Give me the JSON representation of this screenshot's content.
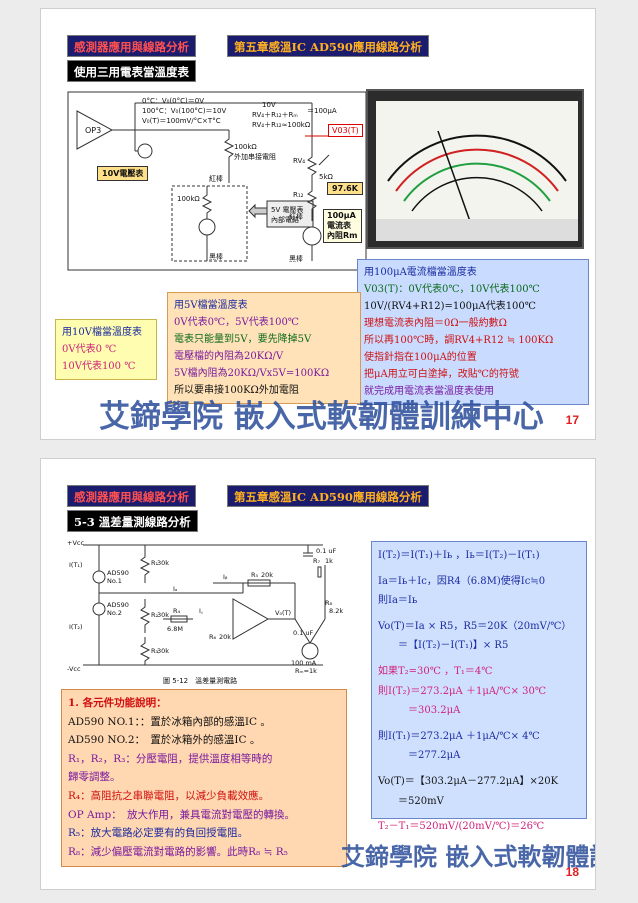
{
  "slide1": {
    "tag_course": "感測器應用與線路分析",
    "tag_chapter": "第五章感溫IC AD590應用線路分析",
    "subtitle": "使用三用電表當溫度表",
    "formula_lines": [
      "0°C：V₀(0°C)＝0V",
      "100°C：V₀(100°C)＝10V",
      "V₀(T)＝100mV/°C×T°C"
    ],
    "formula_right": [
      "10V",
      "RV₄＋R₁₂＋Rₘ",
      "＝100μA",
      "RV₄＋R₁₂≈100kΩ"
    ],
    "labels": {
      "op3": "OP3",
      "vo3": "V03(T)",
      "meter10v": "10V電壓表",
      "r100k_ext": "100kΩ",
      "ext_res": "外加串接電阻",
      "red_probe": "紅棒",
      "black_probe": "黑棒",
      "internal_100k": "100kΩ",
      "volt5v_line1": "5V 電壓表",
      "volt5v_line2": "內部電路",
      "rv4": "RV₄",
      "r5k": "5kΩ",
      "r12": "R₁₂",
      "r976": "97.6K",
      "red_probe2": "紅棒",
      "black_probe2": "黑棒",
      "ua_meter_1": "100μA",
      "ua_meter_2": "電流表",
      "ua_meter_3": "內阻Rm"
    },
    "box_100ua": [
      "用100μA電流檔當溫度表",
      "V03(T)：0V代表0℃，10V代表100℃",
      "10V/(RV4+R12)=100μA代表100℃",
      "理想電流表內阻＝0Ω一般約數Ω",
      "所以再100℃時，調RV4+R12 ≒ 100KΩ",
      "使指針指在100μA的位置",
      "把μA用立可白塗掉，改貼℃的符號",
      "就完成用電流表當溫度表使用"
    ],
    "box_5v": [
      "用5V檔當溫度表",
      "0V代表0℃，5V代表100℃",
      "電表只能量到5V，要先降掉5V",
      "電壓檔的內阻為20KΩ/V",
      "5V檔內阻為20KΩ/Vx5V=100KΩ",
      "所以要串接100KΩ外加電阻"
    ],
    "box_10v": [
      "用10V檔當溫度表",
      "0V代表0 ℃",
      "10V代表100 ℃"
    ],
    "watermark": "艾鍗學院 嵌入式軟韌體訓練中心",
    "page_number": "17"
  },
  "slide2": {
    "tag_course": "感測器應用與線路分析",
    "tag_chapter": "第五章感溫IC AD590應用線路分析",
    "subtitle": "5-3 溫差量測線路分析",
    "circuit": {
      "vcc": "+Vcc",
      "vee": "-Vcc",
      "it1": "I(T₁)",
      "it2": "I(T₂)",
      "ad1": "AD590",
      "no1": "No.1",
      "ad2": "AD590",
      "no2": "No.2",
      "r1": "R₁",
      "r1v": "30k",
      "r2": "R₂",
      "r2v": "30k",
      "r3": "R₃",
      "r3v": "30k",
      "r4": "R₄",
      "r4v": "6.8M",
      "ic": "I꜀",
      "ib": "Iᵦ",
      "ia": "Iₐ",
      "r6": "R₆",
      "r6v": "20k",
      "r5": "R₅",
      "r5v": "20k",
      "cap1": "0.1 uF",
      "cap2": "0.1 uF",
      "vot": "V₀(T)",
      "r7": "R₇",
      "r7v": "1k",
      "r8": "R₈",
      "r8v": "8.2k",
      "meter": "100 mA",
      "rm": "Rₘ=1k",
      "caption": "圖 5-12　溫差量測電路"
    },
    "box_calc": [
      "I(T₂)＝I(T₁)＋Iь ，Iь＝I(T₂)－I(T₁)",
      "Ia＝Iь＋Ic，因R4（6.8M)使得Ic≒0",
      "則Ia＝Iь",
      "Vo(T)＝Ia × R5，R5＝20K（20mV/℃）",
      "　　＝【I(T₂)－I(T₁)】× R5",
      "如果T₂=30℃ ，T₁＝4℃",
      "則I(T₂)＝273.2μA ＋1μA/℃× 30℃",
      "　　　＝303.2μA",
      "則I(T₁)＝273.2μA ＋1μA/℃× 4℃",
      "　　　＝277.2μA",
      "Vo(T)＝【303.2μA－277.2μA】×20K",
      "　　＝520mV",
      "T₂－T₁＝520mV/(20mV/℃)＝26℃"
    ],
    "box_func": [
      "1. 各元件功能說明：",
      "AD590 NO.1：：置於冰箱內部的感溫IC 。",
      "AD590 NO.2：　置於冰箱外的感溫IC 。",
      "R₁，R₂，R₃：分壓電阻，提供溫度相等時的",
      "歸零調整。",
      "R₄：高阻抗之串聯電阻，以減少負載效應。",
      "OP Amp：　放大作用，兼具電流對電壓的轉換。",
      "R₅：放大電路必定要有的負回授電阻。",
      "R₈：減少偏壓電流對電路的影響。此時R₈ ≒ R₅"
    ],
    "watermark": "艾鍗學院 嵌入式軟韌體訓練中心",
    "page_number": "18"
  }
}
